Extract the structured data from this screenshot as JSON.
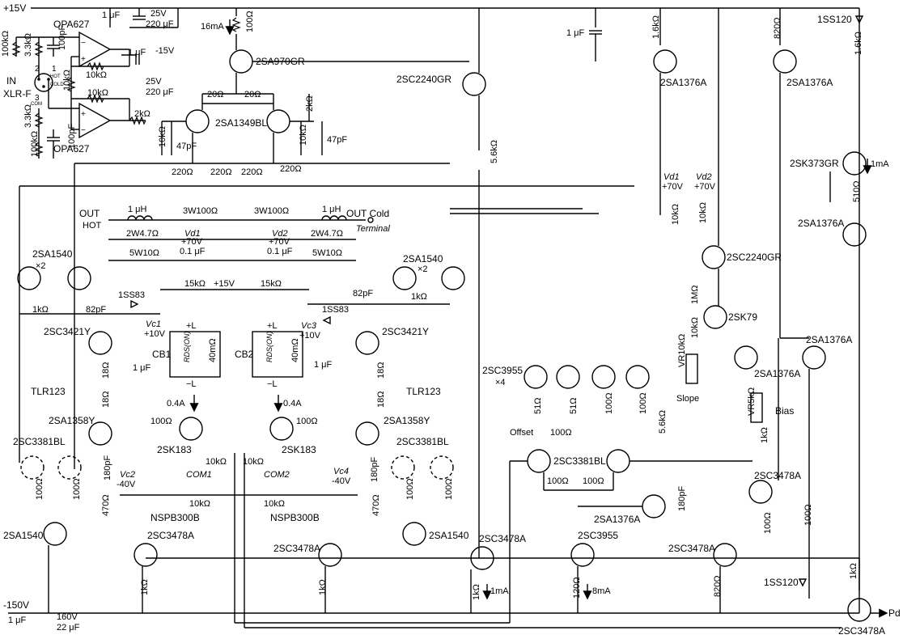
{
  "rails": {
    "pos": "+15V",
    "neg": "-150V"
  },
  "input": {
    "in": "IN",
    "connector": "XLR-F",
    "pin_hot": "HOT",
    "pin_cold": "COLD",
    "pin_com": "COM",
    "p1": "1",
    "p2": "2",
    "p3": "3"
  },
  "opamps": {
    "top": "OPA627",
    "bottom": "OPA627"
  },
  "transistors": {
    "q_970": "2SA970GR",
    "q_2240_top": "2SC2240GR",
    "q_1349": "2SA1349BL",
    "q_1376_a": "2SA1376A",
    "q_1376_b": "2SA1376A",
    "q_373": "2SK373GR",
    "q_1376_c": "2SA1376A",
    "q_2240_mid": "2SC2240GR",
    "q_2sk79": "2SK79",
    "q_1376_d": "2SA1376A",
    "q_1376_e": "2SA1376A",
    "q_1540_l": "2SA1540",
    "q_1540_r": "2SA1540",
    "x2_l": "×2",
    "x2_r": "×2",
    "q_3421_l": "2SC3421Y",
    "q_3421_r": "2SC3421Y",
    "q_1358_l": "2SA1358Y",
    "q_1358_r": "2SA1358Y",
    "q_3381_l": "2SC3381BL",
    "q_3381_r": "2SC3381BL",
    "q_3381_c": "2SC3381BL",
    "q_183_l": "2SK183",
    "q_183_r": "2SK183",
    "q_3955_4": "2SC3955",
    "x4": "×4",
    "q_1540_bl": "2SA1540",
    "q_1540_br": "2SA1540",
    "q_3478_l": "2SC3478A",
    "q_3478_r": "2SC3478A",
    "q_3478_c": "2SC3478A",
    "q_3955_b": "2SC3955",
    "q_1376_f": "2SA1376A",
    "q_3478_d": "2SC3478A",
    "q_3478_pd": "2SC3478A",
    "q_3478_e": "2SC3478A"
  },
  "values": {
    "r100k_a": "100kΩ",
    "r100k_b": "100kΩ",
    "r33k_a": "3.3kΩ",
    "r33k_b": "3.3kΩ",
    "c100p_a": "100pF",
    "c100p_b": "100pF",
    "r10k_fb1": "10kΩ",
    "r10k_mid": "10kΩ",
    "r10k_fb2": "10kΩ",
    "c1u_top": "1 μF",
    "c25v_top": "25V",
    "c220u_top": "220 μF",
    "c1u_2": "1 μF",
    "neg15": "-15V",
    "c25v_2": "25V",
    "c220u_2": "220 μF",
    "i16": "16mA",
    "r100_top": "100Ω",
    "r20_a": "20Ω",
    "r20_b": "20Ω",
    "r2k_a": "2kΩ",
    "r2k_b": "2kΩ",
    "r10k_a": "10kΩ",
    "r10k_b": "10kΩ",
    "c47_a": "47pF",
    "c47_b": "47pF",
    "r220_a": "220Ω",
    "r220_b": "220Ω",
    "r220_c": "220Ω",
    "r220_d": "220Ω",
    "r56k_a": "5.6kΩ",
    "r56k_b": "5.6kΩ",
    "c1u_r": "1 μF",
    "r16k_a": "1.6kΩ",
    "r820_top": "820Ω",
    "ss120_top": "1SS120",
    "r16k_b": "1.6kΩ",
    "i1ma": "1mA",
    "r510": "510Ω",
    "vd1_r": "Vd1",
    "vd2_r": "Vd2",
    "v70_r1": "+70V",
    "v70_r2": "+70V",
    "r10k_vd1": "10kΩ",
    "r10k_vd2": "10kΩ",
    "r1M": "1MΩ",
    "r10k_2sk79": "10kΩ",
    "vr10k": "VR10kΩ",
    "slope": "Slope",
    "vr5k": "VR5kΩ",
    "bias": "Bias",
    "r1k_bias": "1kΩ",
    "out_hot": "OUT",
    "hot": "HOT",
    "out_cold": "OUT Cold",
    "terminal": "Terminal",
    "l1u_a": "1 μH",
    "l1u_b": "1 μH",
    "r3w_a": "3W100Ω",
    "r3w_b": "3W100Ω",
    "r2w_a": "2W4.7Ω",
    "r2w_b": "2W4.7Ω",
    "vd1": "Vd1",
    "vd2": "Vd2",
    "v70_a": "+70V",
    "v70_b": "+70V",
    "r5w_a": "5W10Ω",
    "r5w_b": "5W10Ω",
    "c01_a": "0.1 μF",
    "c01_b": "0.1 μF",
    "ss83_a": "1SS83",
    "ss83_b": "1SS83",
    "r15k_a": "15kΩ",
    "r15k_b": "15kΩ",
    "p15": "+15V",
    "c82_a": "82pF",
    "c82_b": "82pF",
    "r1k_a": "1kΩ",
    "r1k_b": "1kΩ",
    "vc1": "Vc1",
    "vc3": "Vc3",
    "v10_a": "+10V",
    "v10_b": "+10V",
    "cb1": "CB1",
    "cb2": "CB2",
    "rdson": "RDS(ON)",
    "m40_a": "40mΩ",
    "m40_b": "40mΩ",
    "pl_a": "+L",
    "pl_b": "+L",
    "ml_a": "−L",
    "ml_b": "−L",
    "c1u_vc_a": "1 μF",
    "c1u_vc_b": "1 μF",
    "r18_a": "18Ω",
    "r18_b": "18Ω",
    "r18_c": "18Ω",
    "r18_d": "18Ω",
    "tlr_a": "TLR123",
    "tlr_b": "TLR123",
    "i04_a": "0.4A",
    "i04_b": "0.4A",
    "r100_g1": "100Ω",
    "r100_g2": "100Ω",
    "vc2": "Vc2",
    "vc4": "Vc4",
    "v40_a": "-40V",
    "v40_b": "-40V",
    "r10k_c1": "10kΩ",
    "r10k_c2": "10kΩ",
    "com1": "COM1",
    "com2": "COM2",
    "c180_a": "180pF",
    "c180_b": "180pF",
    "c180_c": "180pF",
    "r100_e1": "100Ω",
    "r100_e2": "100Ω",
    "r100_e3": "100Ω",
    "r100_e4": "100Ω",
    "r470_a": "470Ω",
    "r470_b": "470Ω",
    "r10k_d1": "10kΩ",
    "r10k_d2": "10kΩ",
    "nspb_a": "NSPB300B",
    "nspb_b": "NSPB300B",
    "r51_a": "51Ω",
    "r51_b": "51Ω",
    "r100_x1": "100Ω",
    "r100_x2": "100Ω",
    "offset": "Offset",
    "r100_off": "100Ω",
    "r100_tail1": "100Ω",
    "r100_tail2": "100Ω",
    "r1k_e1": "1kΩ",
    "r1k_e2": "1kΩ",
    "r1k_e3": "1kΩ",
    "i1ma_b": "1mA",
    "r120": "120Ω",
    "i8ma": "8mA",
    "r820_b": "820Ω",
    "r100_d1": "100Ω",
    "r100_d2": "100Ω",
    "ss120_b": "1SS120",
    "r1k_pd": "1kΩ",
    "pd": "Pd",
    "c1u_bl": "1 μF",
    "c160v": "160V",
    "c22u": "22 μF"
  }
}
